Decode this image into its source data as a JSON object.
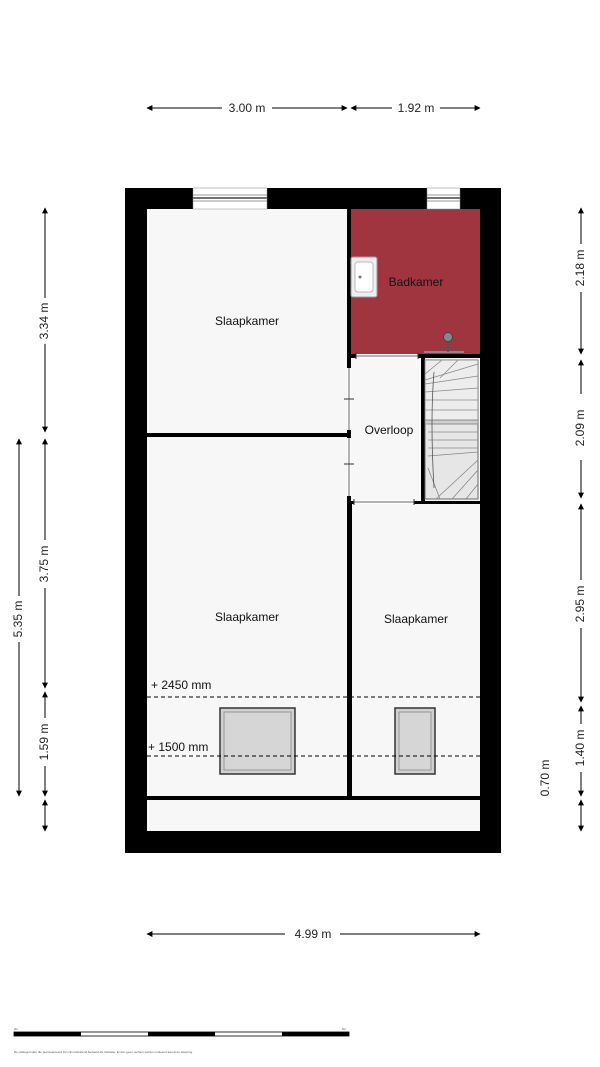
{
  "dimensions": {
    "top": [
      "3.00 m",
      "1.92 m"
    ],
    "bottom": [
      "4.99 m"
    ],
    "left_outer": [
      "5.35 m"
    ],
    "left_inner": [
      "3.34 m",
      "3.75 m",
      "1.59 m"
    ],
    "right": [
      "2.18 m",
      "2.09 m",
      "2.95 m",
      "1.40 m",
      "0.70 m"
    ]
  },
  "rooms": {
    "bedroom_top_left": "Slaapkamer",
    "bathroom": "Badkamer",
    "landing": "Overloop",
    "bedroom_bottom_left": "Slaapkamer",
    "bedroom_bottom_right": "Slaapkamer"
  },
  "height_lines": {
    "upper": "+ 2450 mm",
    "lower": "+ 1500 mm"
  },
  "scale_bar": {
    "start": "0m",
    "end": "5m"
  },
  "disclaimer": "De plattegronden die gepresenteerd zijn zijn uitsluitend bedoeld als indicatie. Er kan geen rechten worden ontleend aan deze tekening.",
  "colors": {
    "wall": "#000000",
    "bathroom": "#a1353f",
    "floor": "#f7f7f7"
  }
}
